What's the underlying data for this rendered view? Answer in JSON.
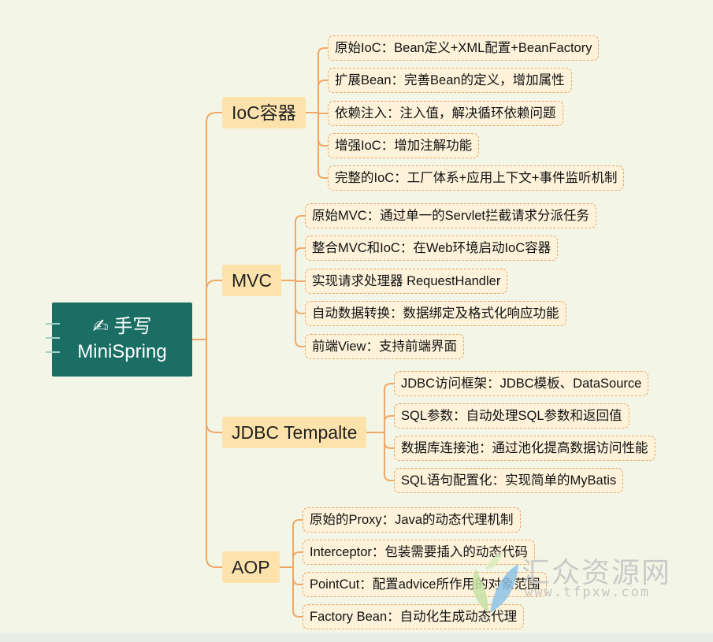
{
  "mindmap": {
    "root": {
      "icon": "writing-hand-icon",
      "line1": "✍ 手写",
      "line2": "MiniSpring"
    },
    "branches": [
      {
        "label": "IoC容器",
        "children": [
          "原始IoC：Bean定义+XML配置+BeanFactory",
          "扩展Bean：完善Bean的定义，增加属性",
          "依赖注入：注入值，解决循环依赖问题",
          "增强IoC：增加注解功能",
          "完整的IoC：工厂体系+应用上下文+事件监听机制"
        ]
      },
      {
        "label": "MVC",
        "children": [
          "原始MVC：通过单一的Servlet拦截请求分派任务",
          "整合MVC和IoC：在Web环境启动IoC容器",
          "实现请求处理器 RequestHandler",
          "自动数据转换：数据绑定及格式化响应功能",
          "前端View：支持前端界面"
        ]
      },
      {
        "label": "JDBC Tempalte",
        "children": [
          "JDBC访问框架：JDBC模板、DataSource",
          "SQL参数：自动处理SQL参数和返回值",
          "数据库连接池：通过池化提高数据访问性能",
          "SQL语句配置化：实现简单的MyBatis"
        ]
      },
      {
        "label": "AOP",
        "children": [
          "原始的Proxy：Java的动态代理机制",
          "Interceptor：包装需要插入的动态代码",
          "PointCut：配置advice所作用的对象范围",
          "Factory Bean：自动化生成动态代理"
        ]
      }
    ]
  },
  "watermark": {
    "title": "汇众资源网",
    "url": "www.tfpxw.com"
  },
  "colors": {
    "root_bg": "#1a6e64",
    "branch_bg": "#fde3ab",
    "leaf_border": "#e9a66a",
    "line": "#f0a868",
    "background": "#f3f6e6"
  }
}
